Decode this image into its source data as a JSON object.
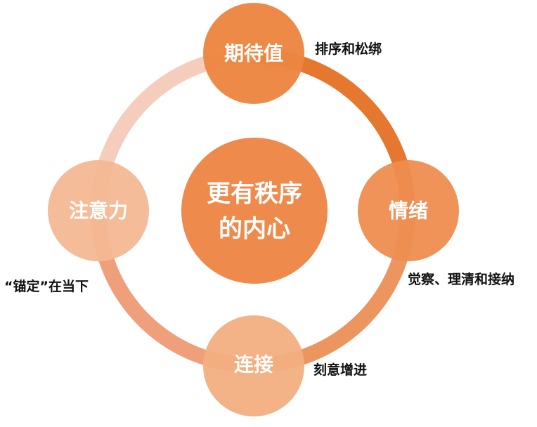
{
  "center": {
    "line1": "更有秩序",
    "line2": "的内心"
  },
  "nodes": {
    "top": {
      "label": "期待值",
      "note": "排序和松绑"
    },
    "right": {
      "label": "情绪",
      "note": "觉察、理清和接纳"
    },
    "bottom": {
      "label": "连接",
      "note": "刻意增进"
    },
    "left": {
      "label": "注意力",
      "note": "“锚定”在当下"
    }
  },
  "colors": {
    "center_fill": "#EF8A4D",
    "top_fill": "#EC853F",
    "right_fill": "#EE8D50",
    "bottom_fill": "#F2AF7F",
    "left_fill": "#F3B894",
    "ring_dark": "#E5762F",
    "ring_light": "#F6CDBA",
    "label_text": "#111111"
  }
}
